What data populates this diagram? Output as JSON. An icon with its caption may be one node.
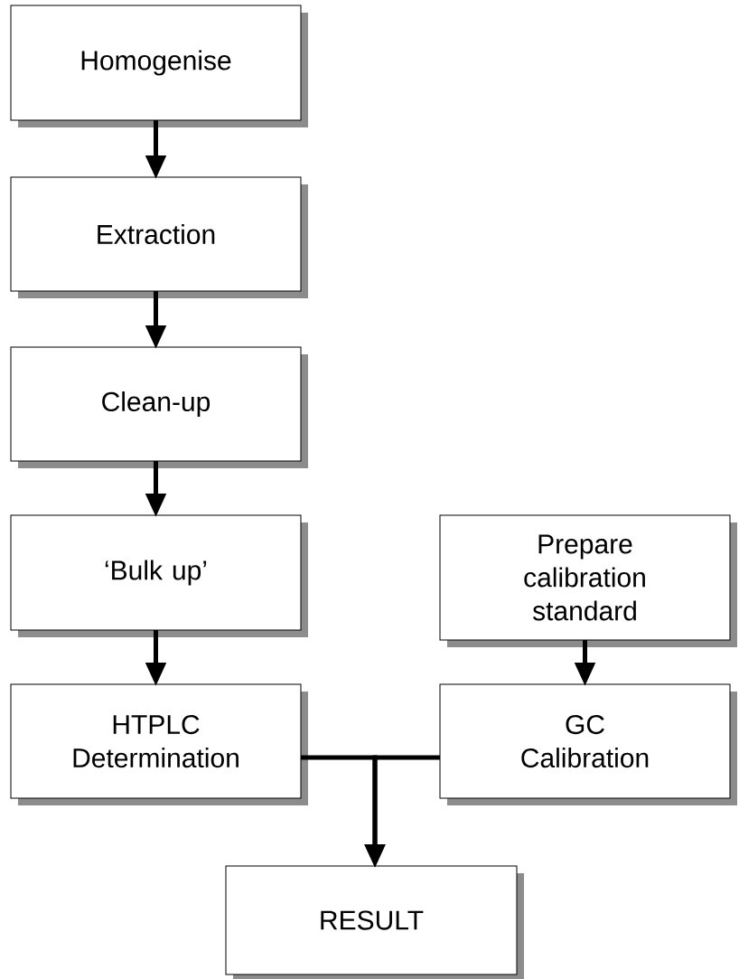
{
  "diagram": {
    "nodes": [
      {
        "text": [
          "Homogenise"
        ]
      },
      {
        "text": [
          "Extraction"
        ]
      },
      {
        "text": [
          "Clean-up"
        ]
      },
      {
        "text": [
          "‘Bulk up’"
        ]
      },
      {
        "text": [
          "HTPLC Determination"
        ]
      },
      {
        "text": [
          "Prepare calibration standard"
        ]
      },
      {
        "text": [
          "GC Calibration"
        ]
      },
      {
        "text": [
          "RESULT"
        ]
      }
    ],
    "edges": [
      {
        "from": 0,
        "to": 1,
        "arrow": "to"
      },
      {
        "from": 1,
        "to": 2,
        "arrow": "to"
      },
      {
        "from": 2,
        "to": 3,
        "arrow": "to"
      },
      {
        "from": 3,
        "to": 4,
        "arrow": "to"
      },
      {
        "from": 5,
        "to": 6,
        "arrow": "to"
      },
      {
        "from": 4,
        "to": 7,
        "arrow": "to"
      },
      {
        "from": 6,
        "to": 7,
        "arrow": "to"
      }
    ]
  }
}
